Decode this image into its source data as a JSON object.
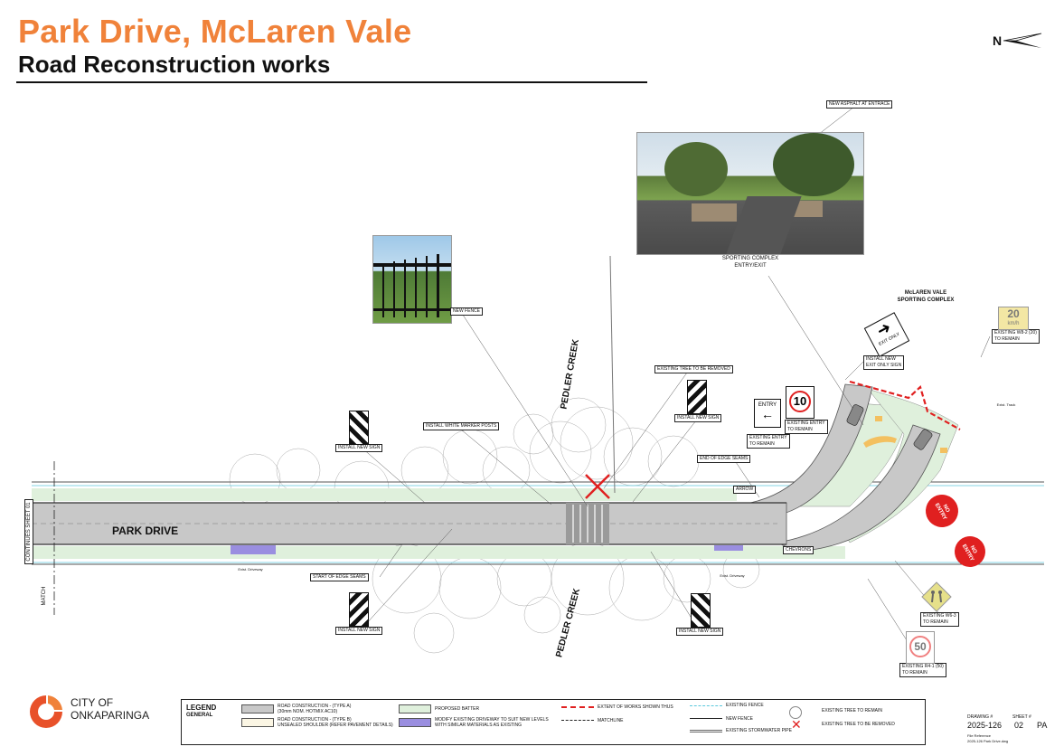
{
  "header": {
    "title": "Park Drive, McLaren Vale",
    "subtitle": "Road Reconstruction works"
  },
  "plan": {
    "road_name": "PARK DRIVE",
    "creek_name": "PEDLER CREEK",
    "continues_label": "CONTINUES SHEET 01",
    "match_label": "MATCH",
    "complex_label_1": "McLAREN VALE",
    "complex_label_2": "SPORTING COMPLEX",
    "entry_label_1": "SPORTING COMPLEX",
    "entry_label_2": "ENTRY/EXIT",
    "north_label": "N"
  },
  "callouts": {
    "new_asphalt": "NEW ASPHALT AT ENTRACE",
    "fence": "NEW FENCE",
    "tree_removed": "EXISTING TREE TO BE REMOVED",
    "install_new_sign_1": "INSTALL NEW SIGN",
    "install_new_sign_2": "INSTALL NEW SIGN",
    "install_new_sign_3": "INSTALL NEW SIGN",
    "install_new_sign_4": "INSTALL NEW SIGN",
    "white_marker": "INSTALL WHITE MARKER POSTS",
    "end_edge_seams": "END OF EDGE SEAMS",
    "start_edge_seams": "START OF EDGE SEAMS",
    "existing_entry_1": "EXISTING ENTRY\nTO REMAIN",
    "existing_entry_2": "EXISTING ENTRY\nTO REMAIN",
    "exit_only": "INSTALL NEW\nEXIT ONLY SIGN",
    "w8_2": "EXISTING W8-2 (20)\nTO REMAIN",
    "w6_3": "EXISTING W6-3\nTO REMAIN",
    "r4_1": "EXISTING R4-1 (50)\nTO REMAIN",
    "arrow": "ARROW",
    "chevrons": "CHEVRONS",
    "exist_driveway": "Exist. Driveway",
    "exist_track": "Exist. Track"
  },
  "signs": {
    "entry": "ENTRY",
    "speed_10": "10",
    "speed_20": "20",
    "speed_20_unit": "km/h",
    "speed_50": "50",
    "no_entry_1": "NO",
    "no_entry_2": "ENTRY",
    "exit_only": "EXIT ONLY"
  },
  "legend": {
    "title": "LEGEND",
    "subtitle": "GENERAL",
    "items": [
      "ROAD CONSTRUCTION - (TYPE A)\n(30mm NOM. HOTMIX AC10)",
      "ROAD CONSTRUCTION - (TYPE B)\nUNSEALED SHOULDER (REFER PAVEMENT DETAILS)",
      "PROPOSED BATTER",
      "MODIFY EXISTING DRIVEWAY TO SUIT NEW LEVELS\nWITH SIMILAR MATERIALS AS EXISTING",
      "EXTENT OF WORKS SHOWN THUS",
      "MATCHLINE",
      "EXISTING FENCE",
      "NEW FENCE",
      "EXISTING STORMWATER PIPE",
      "EXISTING TREE TO REMAIN",
      "EXISTING TREE TO BE REMOVED"
    ]
  },
  "title_block": {
    "logo_line1": "CITY OF",
    "logo_line2": "ONKAPARINGA",
    "drawing_label": "DRAWING #",
    "drawing_no": "2025-126",
    "sheet_label": "SHEET #",
    "sheet_no": "02",
    "revision": "PA",
    "file_label": "File Reference",
    "file_name": "2025-126 Park Drive.dwg"
  },
  "colors": {
    "orange": "#f0823a",
    "road": "#c8c8c8",
    "batter": "#dff0dc",
    "driveway": "#9a8ee0",
    "extent": "#e02020",
    "fence": "#5bc8dc"
  }
}
